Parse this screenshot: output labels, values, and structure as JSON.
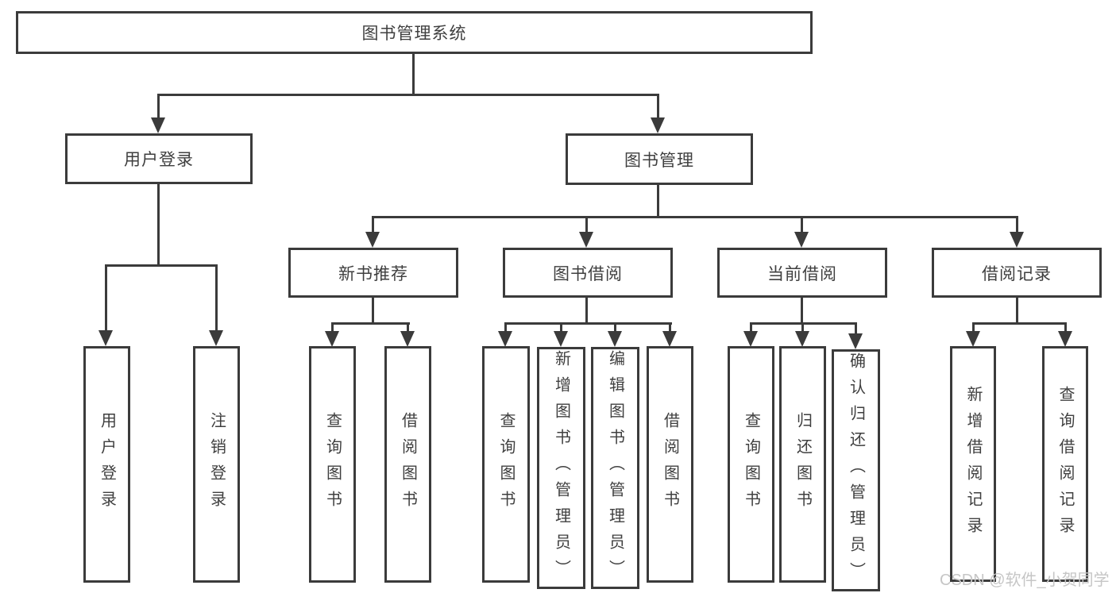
{
  "diagram_type": "hierarchy-tree",
  "colors": {
    "line": "#3b3b3b",
    "text": "#3f3f3f",
    "watermark": "#c6c6c6",
    "background": "#ffffff"
  },
  "watermark": {
    "text": "CSDN @软件_小贺同学"
  },
  "tree": {
    "label": "图书管理系统",
    "children": [
      {
        "label": "用户登录",
        "children": [
          {
            "label": "用户登录"
          },
          {
            "label": "注销登录"
          }
        ]
      },
      {
        "label": "图书管理",
        "children": [
          {
            "label": "新书推荐",
            "children": [
              {
                "label": "查询图书"
              },
              {
                "label": "借阅图书"
              }
            ]
          },
          {
            "label": "图书借阅",
            "children": [
              {
                "label": "查询图书"
              },
              {
                "label": "新增图书（管理员）"
              },
              {
                "label": "编辑图书（管理员）"
              },
              {
                "label": "借阅图书"
              }
            ]
          },
          {
            "label": "当前借阅",
            "children": [
              {
                "label": "查询图书"
              },
              {
                "label": "归还图书"
              },
              {
                "label": "确认归还（管理员）"
              }
            ]
          },
          {
            "label": "借阅记录",
            "children": [
              {
                "label": "新增借阅记录"
              },
              {
                "label": "查询借阅记录"
              }
            ]
          }
        ]
      }
    ]
  }
}
